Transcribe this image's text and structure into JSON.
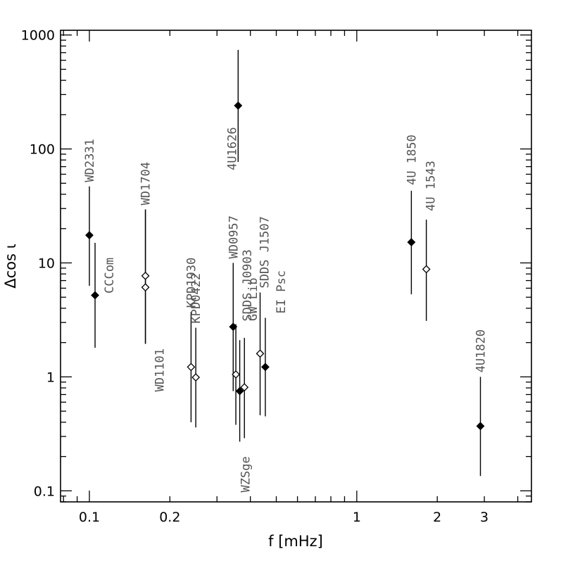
{
  "chart_data": {
    "type": "scatter",
    "title": "",
    "xlabel": "f [mHz]",
    "ylabel": "Δcos ι",
    "xscale": "log",
    "yscale": "log",
    "xlim": [
      0.078,
      4.5
    ],
    "ylim": [
      0.08,
      1100
    ],
    "grid": false,
    "x_tick_labels": [
      {
        "value": 0.1,
        "label": "0.1"
      },
      {
        "value": 0.2,
        "label": "0.2"
      },
      {
        "value": 1,
        "label": "1"
      },
      {
        "value": 2,
        "label": "2"
      },
      {
        "value": 3,
        "label": "3"
      }
    ],
    "y_tick_labels": [
      {
        "value": 0.1,
        "label": "0.1"
      },
      {
        "value": 1,
        "label": "1"
      },
      {
        "value": 10,
        "label": "10"
      },
      {
        "value": 100,
        "label": "100"
      },
      {
        "value": 1000,
        "label": "1000"
      }
    ],
    "marker_styles": {
      "filled": "filled diamond",
      "open": "open diamond"
    },
    "points": [
      {
        "label": "WD2331",
        "x": 0.1,
        "y": 17.5,
        "y_low": 6.3,
        "y_high": 47,
        "marker": "filled"
      },
      {
        "label": "CCCom",
        "x": 0.105,
        "y": 5.2,
        "y_low": 1.8,
        "y_high": 15,
        "marker": "filled"
      },
      {
        "label": "WD1704",
        "x": 0.162,
        "y": 7.7,
        "y_low": 1.95,
        "y_high": 29.5,
        "marker": "open"
      },
      {
        "label": "WD1101",
        "x": 0.162,
        "y": 6.1,
        "y_low": 1.95,
        "y_high": 29.5,
        "marker": "open"
      },
      {
        "label": "KPD1930",
        "x": 0.24,
        "y": 1.22,
        "y_low": 0.4,
        "y_high": 3.7,
        "marker": "open"
      },
      {
        "label": "KPD0422",
        "x": 0.25,
        "y": 0.99,
        "y_low": 0.36,
        "y_high": 2.7,
        "marker": "open"
      },
      {
        "label": "WD0957",
        "x": 0.345,
        "y": 2.75,
        "y_low": 0.75,
        "y_high": 10,
        "marker": "filled"
      },
      {
        "label": "SDDS J0903",
        "x": 0.353,
        "y": 1.05,
        "y_low": 0.38,
        "y_high": 2.9,
        "marker": "open"
      },
      {
        "label": "4U1626",
        "x": 0.36,
        "y": 240,
        "y_low": 77,
        "y_high": 740,
        "marker": "filled"
      },
      {
        "label": "WZSge",
        "x": 0.365,
        "y": 0.75,
        "y_low": 0.27,
        "y_high": 2.1,
        "marker": "filled"
      },
      {
        "label": "GW Lib",
        "x": 0.38,
        "y": 0.81,
        "y_low": 0.29,
        "y_high": 2.2,
        "marker": "open"
      },
      {
        "label": "SDDS J1507",
        "x": 0.435,
        "y": 1.6,
        "y_low": 0.46,
        "y_high": 5.5,
        "marker": "open"
      },
      {
        "label": "EI Psc",
        "x": 0.455,
        "y": 1.22,
        "y_low": 0.45,
        "y_high": 3.3,
        "marker": "filled"
      },
      {
        "label": "4U 1850",
        "x": 1.6,
        "y": 15.2,
        "y_low": 5.3,
        "y_high": 43,
        "marker": "filled"
      },
      {
        "label": "4U 1543",
        "x": 1.82,
        "y": 8.8,
        "y_low": 3.1,
        "y_high": 24,
        "marker": "open"
      },
      {
        "label": "4U1820",
        "x": 2.9,
        "y": 0.37,
        "y_low": 0.135,
        "y_high": 1.0,
        "marker": "filled"
      }
    ]
  }
}
